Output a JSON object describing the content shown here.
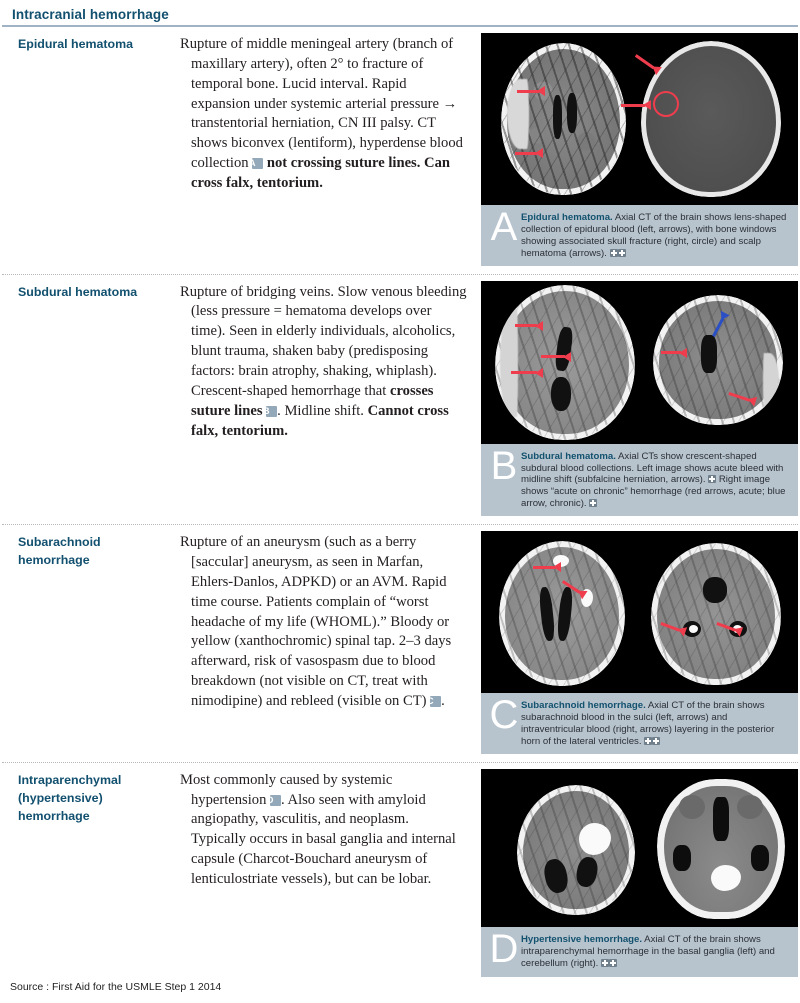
{
  "header": {
    "title": "Intracranial hemorrhage"
  },
  "rows": [
    {
      "term": "Epidural hematoma",
      "body_parts": [
        {
          "t": "Rupture of middle meningeal artery (branch of maxillary artery), often 2° to fracture of temporal bone. Lucid interval. Rapid expansion under systemic arterial pressure → transtentorial herniation, CN III palsy. CT shows biconvex (lentiform), hyperdense blood collection ",
          "bold": false
        },
        {
          "t": "A",
          "badge": true
        },
        {
          "t": " not crossing suture lines. Can cross falx, tentorium.",
          "bold": true
        }
      ],
      "figure": {
        "letter": "A",
        "caption_title": "Epidural hematoma.",
        "caption_text": " Axial CT of the brain shows lens-shaped collection of epidural blood (left, arrows), with bone windows showing associated skull fracture (right, circle) and scalp hematoma (arrows).",
        "icons": 2
      }
    },
    {
      "term": "Subdural hematoma",
      "body_parts": [
        {
          "t": "Rupture of bridging veins. Slow venous bleeding (less pressure = hematoma develops over time). Seen in elderly individuals, alcoholics, blunt trauma, shaken baby (predisposing factors: brain atrophy, shaking, whiplash). Crescent-shaped hemorrhage that ",
          "bold": false
        },
        {
          "t": "crosses suture lines ",
          "bold": true
        },
        {
          "t": "B",
          "badge": true
        },
        {
          "t": ". Midline shift. ",
          "bold": false
        },
        {
          "t": "Cannot cross falx, tentorium.",
          "bold": true
        }
      ],
      "figure": {
        "letter": "B",
        "caption_title": "Subdural hematoma.",
        "caption_text": " Axial CTs show crescent-shaped subdural blood collections. Left image shows acute bleed with midline shift (subfalcine herniation, arrows).",
        "caption_text2": " Right image shows “acute on chronic” hemorrhage (red arrows, acute; blue arrow, chronic).",
        "icons": 2
      }
    },
    {
      "term": "Subarachnoid hemorrhage",
      "body_parts": [
        {
          "t": "Rupture of an aneurysm (such as a berry [saccular] aneurysm, as seen in Marfan, Ehlers-Danlos, ADPKD) or an AVM. Rapid time course. Patients complain of “worst headache of my life (WHOML).” Bloody or yellow (xanthochromic) spinal tap. 2–3 days afterward, risk of vasospasm due to blood breakdown (not visible on CT, treat with nimodipine) and rebleed (visible on CT) ",
          "bold": false
        },
        {
          "t": "C",
          "badge": true
        },
        {
          "t": ".",
          "bold": false
        }
      ],
      "figure": {
        "letter": "C",
        "caption_title": "Subarachnoid hemorrhage.",
        "caption_text": " Axial CT of the brain shows subarachnoid blood in the sulci (left, arrows) and intraventricular blood (right, arrows) layering in the posterior horn of the lateral ventricles.",
        "icons": 2
      }
    },
    {
      "term": "Intraparenchymal (hypertensive) hemorrhage",
      "body_parts": [
        {
          "t": "Most commonly caused by systemic hypertension ",
          "bold": false
        },
        {
          "t": "D",
          "badge": true
        },
        {
          "t": ". Also seen with amyloid angiopathy, vasculitis, and neoplasm. Typically occurs in basal ganglia and internal capsule (Charcot-Bouchard aneurysm of lenticulostriate vessels), but can be lobar.",
          "bold": false
        }
      ],
      "figure": {
        "letter": "D",
        "caption_title": "Hypertensive hemorrhage.",
        "caption_text": " Axial CT of the brain shows intraparenchymal hemorrhage in the basal ganglia (left) and cerebellum (right).",
        "icons": 2
      }
    }
  ],
  "source": "Source : First Aid for the USMLE Step 1 2014",
  "colors": {
    "heading": "#12506f",
    "caption_bg": "#b7c3cd",
    "badge_bg": "#93a8b8",
    "arrow_red": "#ef3d4e",
    "arrow_blue": "#2b4fc4"
  }
}
